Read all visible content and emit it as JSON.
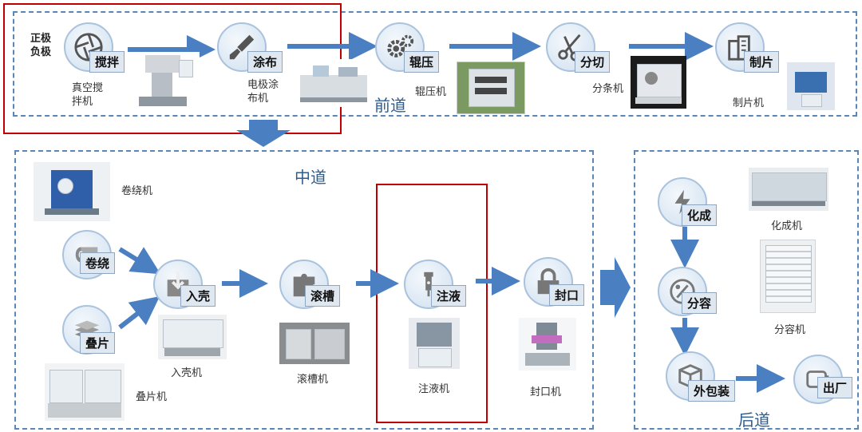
{
  "electrode_label": {
    "line1": "正极",
    "line2": "负极"
  },
  "sections": {
    "front": "前道",
    "middle": "中道",
    "back": "后道"
  },
  "stages": {
    "mix": {
      "label": "搅拌",
      "icon": "aperture-icon",
      "machine": "真空搅\n拌机"
    },
    "coat": {
      "label": "涂布",
      "icon": "paintbrush-icon",
      "machine": "电极涂\n布机"
    },
    "roll": {
      "label": "辊压",
      "icon": "gears-icon",
      "machine": "辊压机"
    },
    "slit": {
      "label": "分切",
      "icon": "scissors-icon",
      "machine": "分条机"
    },
    "sheet": {
      "label": "制片",
      "icon": "building-icon",
      "machine": "制片机"
    },
    "wind": {
      "label": "卷绕",
      "icon": "roll-icon",
      "machine": "卷绕机"
    },
    "stack": {
      "label": "叠片",
      "icon": "stack-icon",
      "machine": "叠片机"
    },
    "case": {
      "label": "入壳",
      "icon": "box-down-icon",
      "machine": "入壳机"
    },
    "groove": {
      "label": "滚槽",
      "icon": "puzzle-icon",
      "machine": "滚槽机"
    },
    "inject": {
      "label": "注液",
      "icon": "syringe-icon",
      "machine": "注液机"
    },
    "seal": {
      "label": "封口",
      "icon": "lock-icon",
      "machine": "封口机"
    },
    "formation": {
      "label": "化成",
      "icon": "lightning-icon",
      "machine": "化成机"
    },
    "grading": {
      "label": "分容",
      "icon": "percent-icon",
      "machine": "分容机"
    },
    "pack": {
      "label": "外包装",
      "icon": "package-icon"
    },
    "ship": {
      "label": "出厂",
      "icon": "battery-icon"
    }
  },
  "colors": {
    "arrow": "#4a7fc1",
    "dash": "#5a86b8",
    "highlight": "#c00000"
  }
}
